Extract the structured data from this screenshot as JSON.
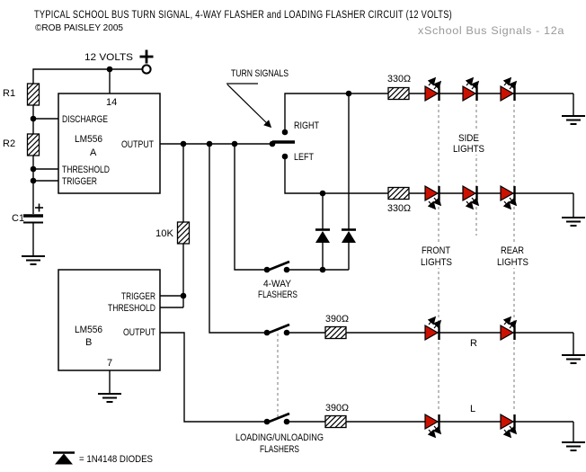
{
  "title": "TYPICAL SCHOOL BUS TURN SIGNAL, 4-WAY FLASHER and LOADING FLASHER CIRCUIT (12 VOLTS)",
  "copyright": "©ROB PAISLEY 2005",
  "watermark": "xSchool Bus Signals - 12a",
  "colors": {
    "led_red": "#cc1100",
    "wire_black": "#000000",
    "dashed_link_gray": "#999999",
    "watermark_gray": "#999999",
    "background": "#ffffff"
  },
  "power": {
    "label": "12 VOLTS"
  },
  "ic_a": {
    "part": "LM556",
    "unit": "A",
    "pin_vcc": "14",
    "discharge": "DISCHARGE",
    "output": "OUTPUT",
    "threshold": "THRESHOLD",
    "trigger": "TRIGGER"
  },
  "ic_b": {
    "part": "LM556",
    "unit": "B",
    "pin_gnd": "7",
    "trigger": "TRIGGER",
    "threshold": "THRESHOLD",
    "output": "OUTPUT"
  },
  "resistors": {
    "r1": "R1",
    "r2": "R2",
    "r10k": "10K",
    "r330_top": "330Ω",
    "r330_bottom": "330Ω",
    "r390_top": "390Ω",
    "r390_bottom": "390Ω"
  },
  "capacitor": {
    "c1": "C1"
  },
  "switches": {
    "turn_label": "TURN SIGNALS",
    "right": "RIGHT",
    "left": "LEFT",
    "fourway_line1": "4-WAY",
    "fourway_line2": "FLASHERS",
    "loading_line1": "LOADING/UNLOADING",
    "loading_line2": "FLASHERS"
  },
  "lights": {
    "side_line1": "SIDE",
    "side_line2": "LIGHTS",
    "front_line1": "FRONT",
    "front_line2": "LIGHTS",
    "rear_line1": "REAR",
    "rear_line2": "LIGHTS",
    "right_group": "R",
    "left_group": "L"
  },
  "legend": "= 1N4148 DIODES"
}
